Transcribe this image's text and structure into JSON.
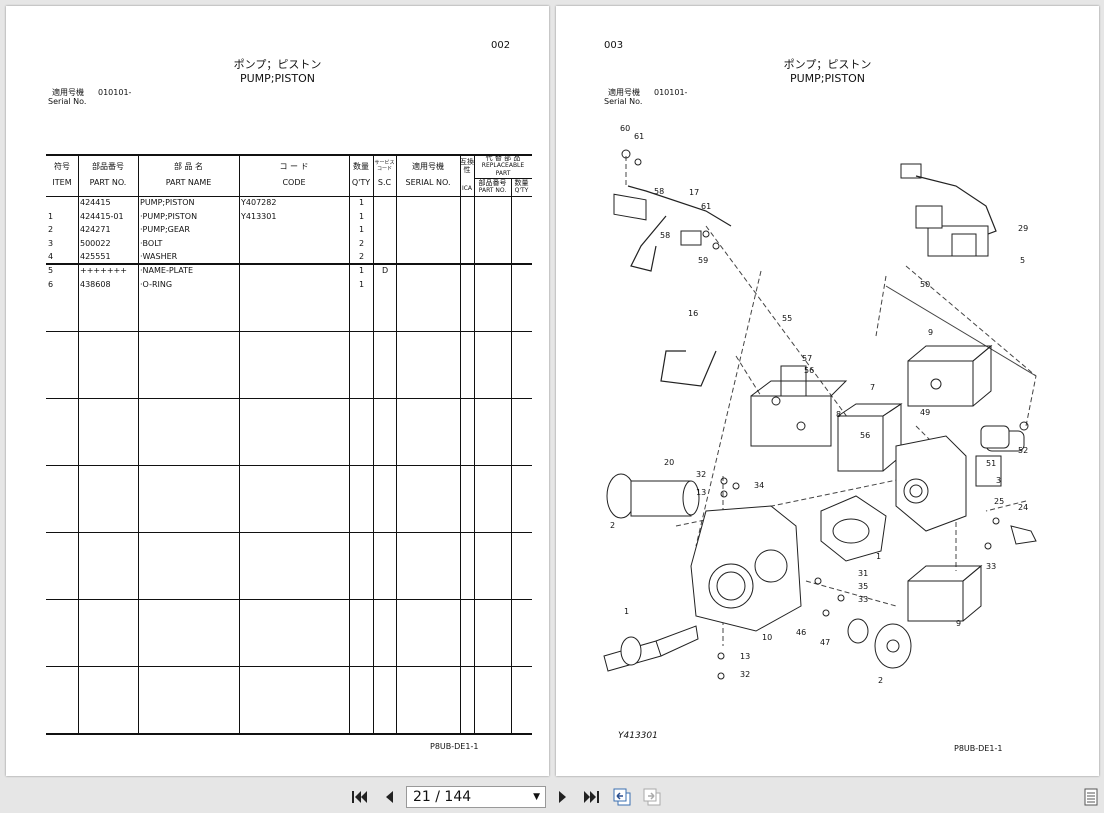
{
  "left_page": {
    "page_no": "002",
    "title_jp": "ポンプ；ピストン",
    "title_en": "PUMP;PISTON",
    "serial_label_jp": "適用号機",
    "serial_value": "010101-",
    "serial_label_en": "Serial No.",
    "headers": {
      "item_jp": "符号",
      "item_en": "ITEM",
      "part_no_jp": "部品番号",
      "part_no_en": "PART NO.",
      "part_name_jp": "部 品 名",
      "part_name_en": "PART NAME",
      "code_jp": "コ ー ド",
      "code_en": "CODE",
      "qty_jp": "数量",
      "qty_en": "Q'TY",
      "sc_jp": "サービスコード",
      "sc_en": "S.C",
      "serial_jp": "適用号機",
      "serial_en": "SERIAL NO.",
      "ic_jp": "互換性",
      "ic_en": "ICA",
      "repl_jp": "代 替 部 品",
      "repl_en1": "REPLACEABLE",
      "repl_en2": "PART",
      "repl_part_jp": "部品番号",
      "repl_part_en": "PART NO.",
      "repl_qty_jp": "数量",
      "repl_qty_en": "Q'TY"
    },
    "rows": [
      {
        "item": "",
        "part_no": "424415",
        "part_name": "PUMP;PISTON",
        "code": "Y407282",
        "qty": "1",
        "sc": ""
      },
      {
        "item": "1",
        "part_no": "424415-01",
        "part_name": "·PUMP;PISTON",
        "code": "Y413301",
        "qty": "1",
        "sc": ""
      },
      {
        "item": "2",
        "part_no": "424271",
        "part_name": "·PUMP;GEAR",
        "code": "",
        "qty": "1",
        "sc": ""
      },
      {
        "item": "3",
        "part_no": "500022",
        "part_name": "·BOLT",
        "code": "",
        "qty": "2",
        "sc": ""
      },
      {
        "item": "4",
        "part_no": "425551",
        "part_name": "·WASHER",
        "code": "",
        "qty": "2",
        "sc": ""
      },
      {
        "item": "5",
        "part_no": "+++++++",
        "part_name": "·NAME-PLATE",
        "code": "",
        "qty": "1",
        "sc": "D"
      },
      {
        "item": "6",
        "part_no": "438608",
        "part_name": "·O-RING",
        "code": "",
        "qty": "1",
        "sc": ""
      }
    ],
    "footer": "P8UB-DE1-1"
  },
  "right_page": {
    "page_no": "003",
    "title_jp": "ポンプ；ピストン",
    "title_en": "PUMP;PISTON",
    "serial_label_jp": "適用号機",
    "serial_value": "010101-",
    "serial_label_en": "Serial No.",
    "callouts": [
      "60",
      "61",
      "58",
      "17",
      "61",
      "58",
      "59",
      "29",
      "5",
      "50",
      "16",
      "55",
      "56",
      "57",
      "7",
      "8",
      "9",
      "49",
      "56",
      "52",
      "51",
      "3",
      "20",
      "32",
      "34",
      "13",
      "2",
      "25",
      "24",
      "33",
      "1",
      "31",
      "35",
      "33",
      "46",
      "47",
      "9",
      "10",
      "1",
      "13",
      "32",
      "2"
    ],
    "drawing_code": "Y413301",
    "footer": "P8UB-DE1-1"
  },
  "toolbar": {
    "page_indicator": "21 / 144",
    "first_icon": "first-page-icon",
    "prev_icon": "prev-page-icon",
    "next_icon": "next-page-icon",
    "last_icon": "last-page-icon",
    "back_icon": "back-view-icon",
    "forward_icon": "forward-view-icon",
    "menu_icon": "menu-icon"
  }
}
